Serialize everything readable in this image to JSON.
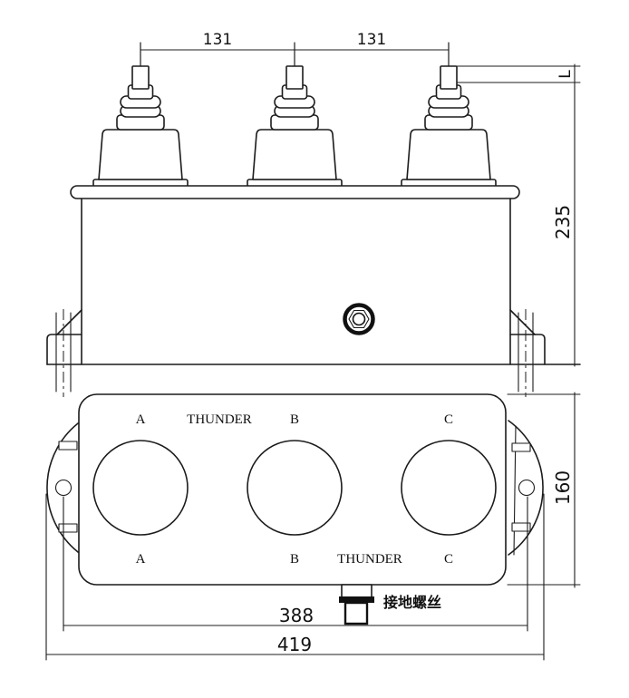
{
  "dimensions": {
    "bushing_pitch_left": "131",
    "bushing_pitch_right": "131",
    "terminal_height": "L",
    "tank_height": "235",
    "tank_depth": "160",
    "mounting_hole_spacing": "388",
    "overall_bracket_width": "419"
  },
  "labels": {
    "phase_a_top": "A",
    "phase_b_top": "B",
    "phase_c_top": "C",
    "phase_a_bottom": "A",
    "phase_b_bottom": "B",
    "phase_c_bottom": "C",
    "brand_top": "THUNDER",
    "brand_bottom": "THUNDER",
    "ground_screw": "接地螺丝"
  },
  "colors": {
    "line": "#1c1c1c",
    "background": "#ffffff"
  }
}
